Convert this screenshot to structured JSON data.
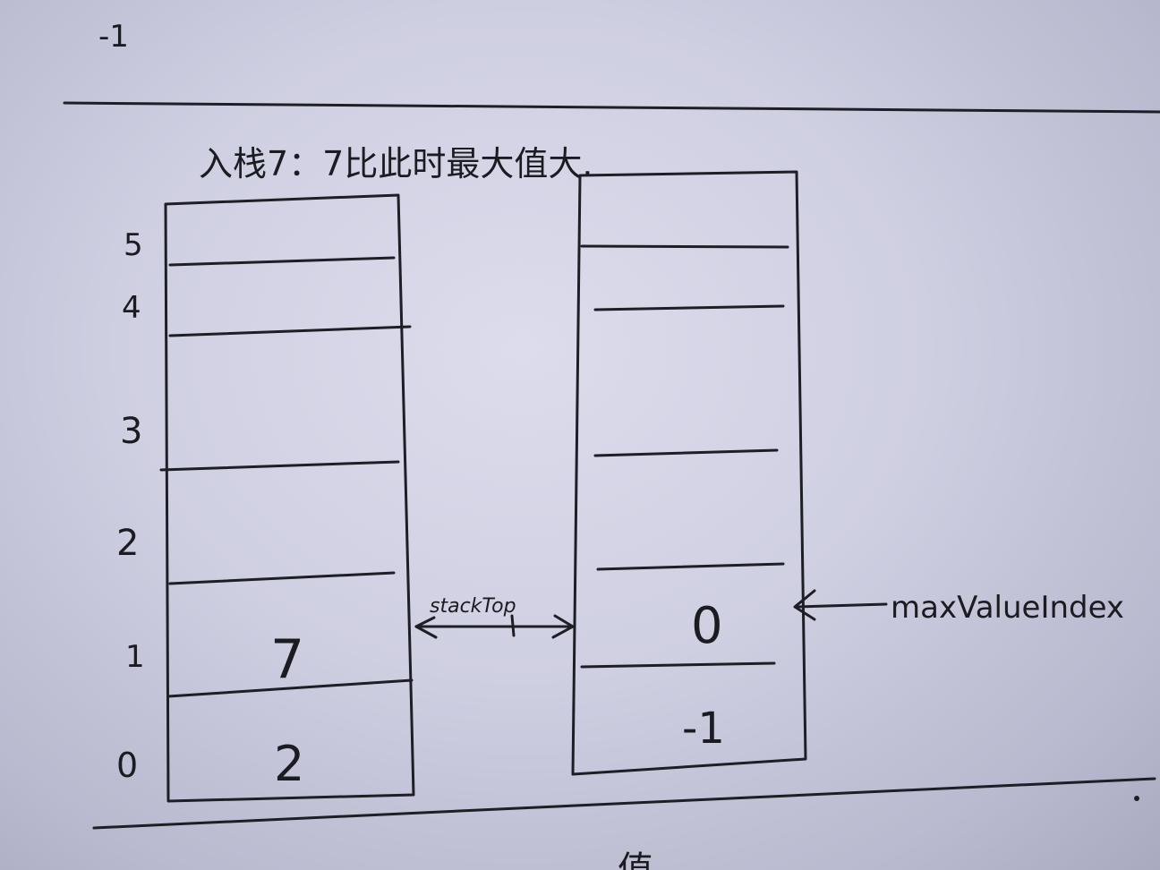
{
  "note_top_value": "-1",
  "heading": "入栈7：7比此时最大值大.",
  "left_stack": {
    "indices": [
      "5",
      "4",
      "3",
      "2",
      "1",
      "0"
    ],
    "values": [
      "7",
      "2"
    ]
  },
  "arrow_label": "stackTop",
  "right_stack": {
    "values": [
      "0",
      "-1"
    ]
  },
  "pointer_label": "maxValueIndex",
  "bottom_text": "…值"
}
